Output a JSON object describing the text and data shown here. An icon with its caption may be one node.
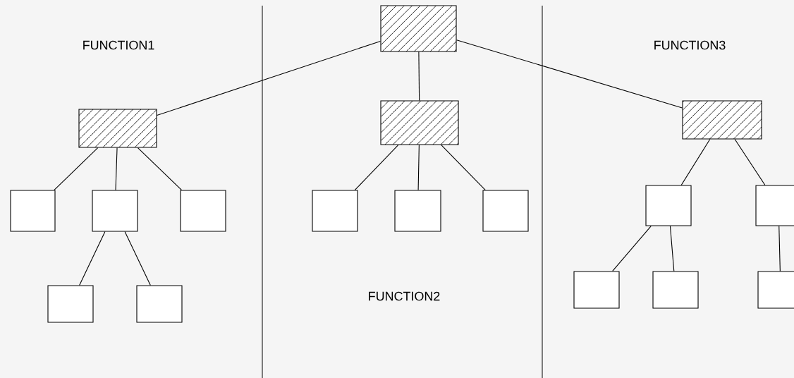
{
  "diagram": {
    "nodes": [
      {
        "text": [],
        "shape": "box"
      },
      {
        "text": [],
        "shape": "box"
      },
      {
        "text": [],
        "shape": "box"
      },
      {
        "text": [],
        "shape": "box"
      },
      {
        "text": [],
        "shape": "box"
      },
      {
        "text": [],
        "shape": "box"
      },
      {
        "text": [],
        "shape": "box"
      },
      {
        "text": [],
        "shape": "box"
      },
      {
        "text": [],
        "shape": "box"
      },
      {
        "text": [],
        "shape": "box"
      },
      {
        "text": [],
        "shape": "box"
      },
      {
        "text": [],
        "shape": "box"
      },
      {
        "text": [],
        "shape": "box"
      },
      {
        "text": [],
        "shape": "box"
      },
      {
        "text": [],
        "shape": "box"
      },
      {
        "text": [],
        "shape": "box"
      },
      {
        "text": [],
        "shape": "box"
      }
    ],
    "edges": [
      {
        "from": 0,
        "to": 1,
        "arrow": "none"
      },
      {
        "from": 0,
        "to": 2,
        "arrow": "none"
      },
      {
        "from": 0,
        "to": 3,
        "arrow": "none"
      },
      {
        "from": 1,
        "to": 4,
        "arrow": "none"
      },
      {
        "from": 1,
        "to": 5,
        "arrow": "none"
      },
      {
        "from": 1,
        "to": 6,
        "arrow": "none"
      },
      {
        "from": 5,
        "to": 12,
        "arrow": "none"
      },
      {
        "from": 5,
        "to": 13,
        "arrow": "none"
      },
      {
        "from": 2,
        "to": 7,
        "arrow": "none"
      },
      {
        "from": 2,
        "to": 8,
        "arrow": "none"
      },
      {
        "from": 2,
        "to": 9,
        "arrow": "none"
      },
      {
        "from": 3,
        "to": 10,
        "arrow": "none"
      },
      {
        "from": 3,
        "to": 11,
        "arrow": "none"
      },
      {
        "from": 10,
        "to": 14,
        "arrow": "none"
      },
      {
        "from": 10,
        "to": 15,
        "arrow": "none"
      },
      {
        "from": 11,
        "to": 16,
        "arrow": "none"
      }
    ],
    "labels": [
      "FUNCTION1",
      "FUNCTION3",
      "FUNCTION2"
    ]
  }
}
